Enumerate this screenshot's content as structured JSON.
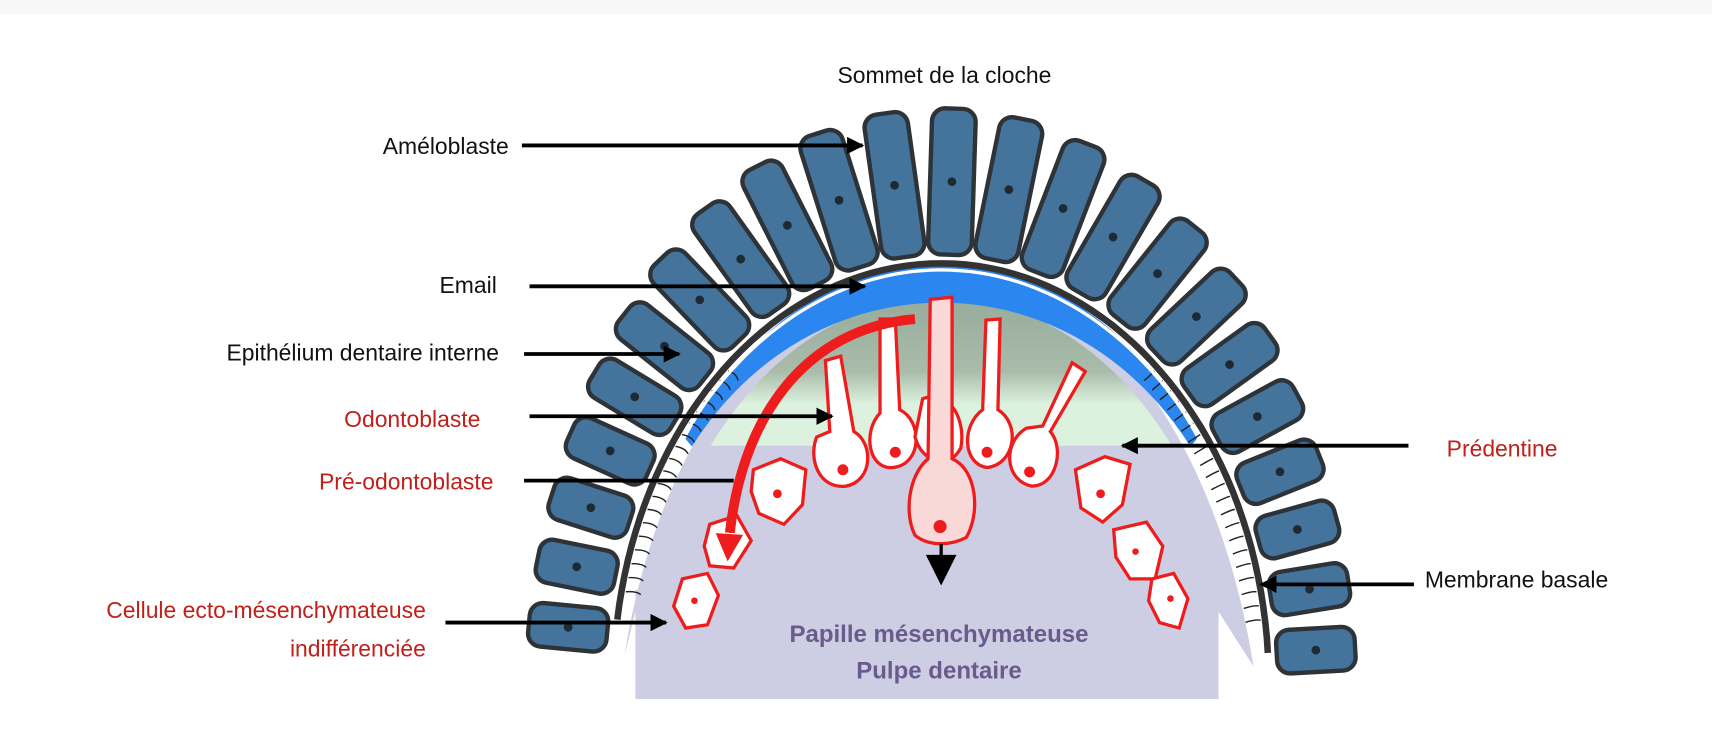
{
  "title": "Sommet de la cloche",
  "labels": {
    "ameloblaste": "Améloblaste",
    "email": "Email",
    "epithelium": "Epithélium dentaire interne",
    "odontoblaste": "Odontoblaste",
    "pre_odontoblaste": "Pré-odontoblaste",
    "cellule_line1": "Cellule ecto-mésenchymateuse",
    "cellule_line2": "indifférenciée",
    "predentine": "Prédentine",
    "membrane_basale": "Membrane basale"
  },
  "papilla": {
    "line1": "Papille mésenchymateuse",
    "line2": "Pulpe dentaire"
  },
  "colors": {
    "ameloblast": "#44739c",
    "enamel": "#2b86f0",
    "dentin": "#97ab9c",
    "predentin": "#dcf1de",
    "papilla": "#cdcde3",
    "odontoblast_outline": "#ee1c1c",
    "red_label": "#c0201a",
    "papilla_text": "#6a5b8c"
  }
}
